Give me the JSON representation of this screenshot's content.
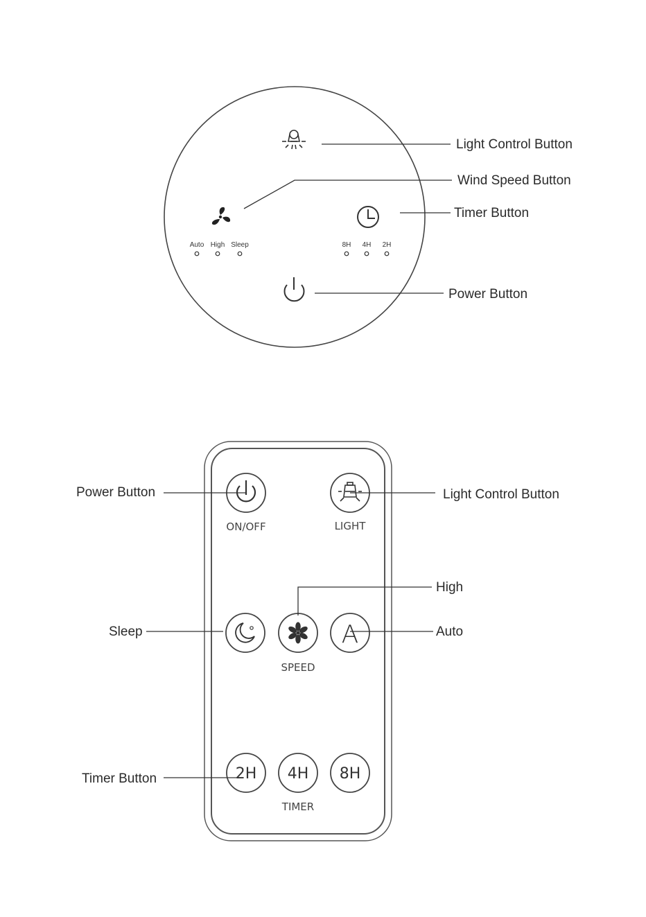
{
  "panel": {
    "callouts": {
      "light": "Light Control Button",
      "wind": "Wind Speed Button",
      "timer": "Timer Button",
      "power": "Power Button"
    },
    "speed_labels": [
      "Auto",
      "High",
      "Sleep"
    ],
    "timer_labels": [
      "8H",
      "4H",
      "2H"
    ]
  },
  "remote": {
    "callouts": {
      "power": "Power Button",
      "light": "Light Control Button",
      "high": "High",
      "sleep": "Sleep",
      "auto": "Auto",
      "timer": "Timer Button"
    },
    "captions": {
      "onoff": "ON/OFF",
      "light": "LIGHT",
      "speed": "SPEED",
      "timer": "TIMER"
    },
    "buttons": {
      "auto": "A",
      "t2": "2H",
      "t4": "4H",
      "t8": "8H"
    }
  }
}
